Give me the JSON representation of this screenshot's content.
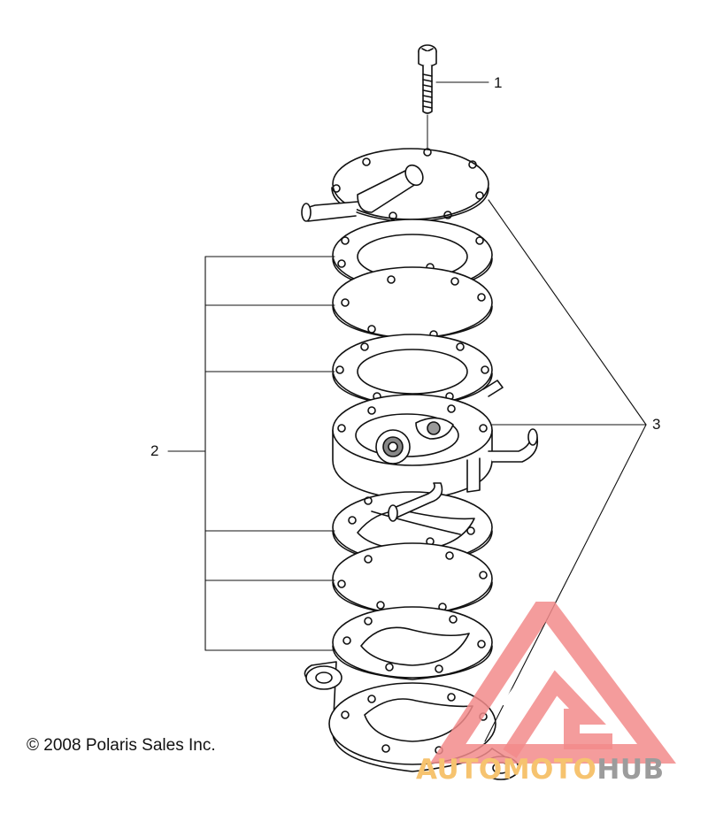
{
  "diagram": {
    "callouts": [
      {
        "id": "1",
        "label": "1"
      },
      {
        "id": "2",
        "label": "2"
      },
      {
        "id": "3",
        "label": "3"
      }
    ],
    "copyright": "© 2008 Polaris Sales Inc.",
    "line_color": "#111111"
  },
  "watermark": {
    "name_part_1": "AUTOMOTO",
    "name_part_2": "HUB",
    "colors": {
      "triangle": "#f28b8b",
      "text_primary": "#f6c36f",
      "text_secondary": "#9c9c9c"
    }
  }
}
